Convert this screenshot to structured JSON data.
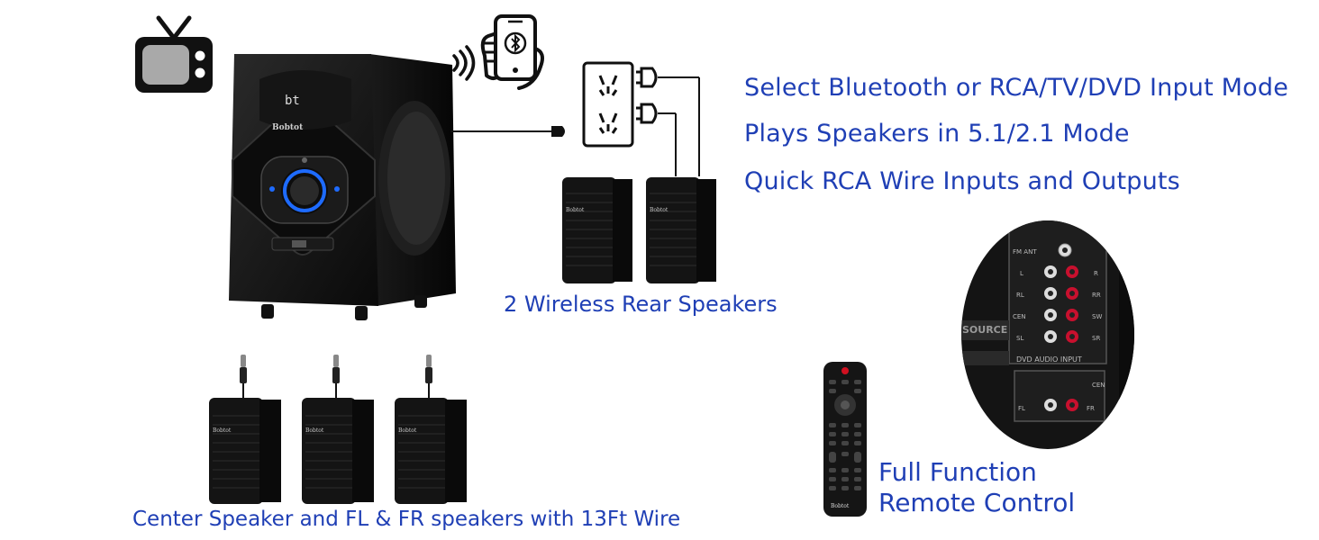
{
  "features": [
    "Select Bluetooth or RCA/TV/DVD Input Mode",
    "Plays Speakers in 5.1/2.1 Mode",
    "Quick RCA Wire Inputs and Outputs"
  ],
  "captions": {
    "rear_speakers": "2 Wireless Rear Speakers",
    "front_speakers": "Center Speaker and FL & FR speakers with 13Ft Wire",
    "remote_line1": "Full Function",
    "remote_line2": "Remote Control"
  },
  "device": {
    "brand": "Bobtot",
    "display": "bt"
  },
  "rca_panel": {
    "labels": [
      "FM ANT",
      "L",
      "R",
      "RL",
      "RR",
      "CEN",
      "SW",
      "SL",
      "SR"
    ],
    "source": "SOURCE",
    "dvd_input": "DVD AUDIO INPUT",
    "bottom_labels": [
      "FL",
      "FR",
      "CEN"
    ]
  },
  "colors": {
    "text_blue": "#1f3fb5",
    "device_black": "#111111",
    "accent_led": "#1e6bff",
    "rca_red": "#c8102e"
  },
  "icons": [
    "tv-icon",
    "smartphone-bluetooth-icon",
    "wifi-waves-icon",
    "power-outlet-icon",
    "plug-icon"
  ]
}
